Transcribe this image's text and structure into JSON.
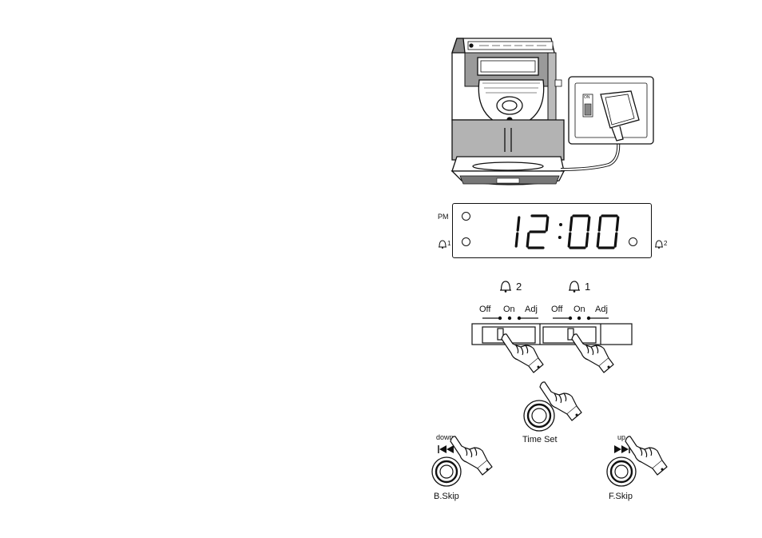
{
  "display": {
    "time": "12:00",
    "pm_label": "PM",
    "alarm1_number": "1",
    "alarm2_number": "2"
  },
  "alarm_switches": {
    "alarm2_number": "2",
    "alarm1_number": "1",
    "positions": [
      "Off",
      "On",
      "Adj"
    ]
  },
  "buttons": {
    "time_set": "Time Set",
    "b_skip": "B.Skip",
    "f_skip": "F.Skip",
    "down": "down",
    "up": "up"
  },
  "socket": {
    "switch_label": "ON"
  },
  "icons": [
    "bell-icon",
    "hand-pointer-icon",
    "skip-back-icon",
    "skip-forward-icon",
    "plug-icon"
  ]
}
